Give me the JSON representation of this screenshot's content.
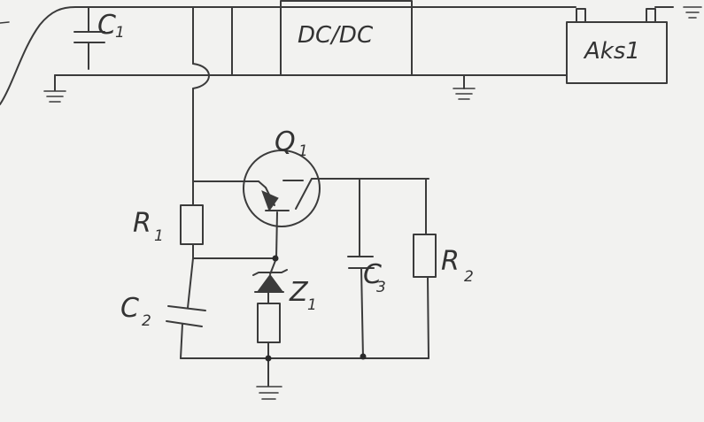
{
  "schematic": {
    "blocks": {
      "dcdc": "DC/DC",
      "battery": "Aks1"
    },
    "components": {
      "c1": {
        "letter": "C",
        "index": "1"
      },
      "c2": {
        "letter": "C",
        "index": "2"
      },
      "c3": {
        "letter": "C",
        "index": "3"
      },
      "r1": {
        "letter": "R",
        "index": "1"
      },
      "r2": {
        "letter": "R",
        "index": "2"
      },
      "q1": {
        "letter": "Q",
        "index": "1"
      },
      "z1": {
        "letter": "Z",
        "index": "1"
      }
    }
  }
}
